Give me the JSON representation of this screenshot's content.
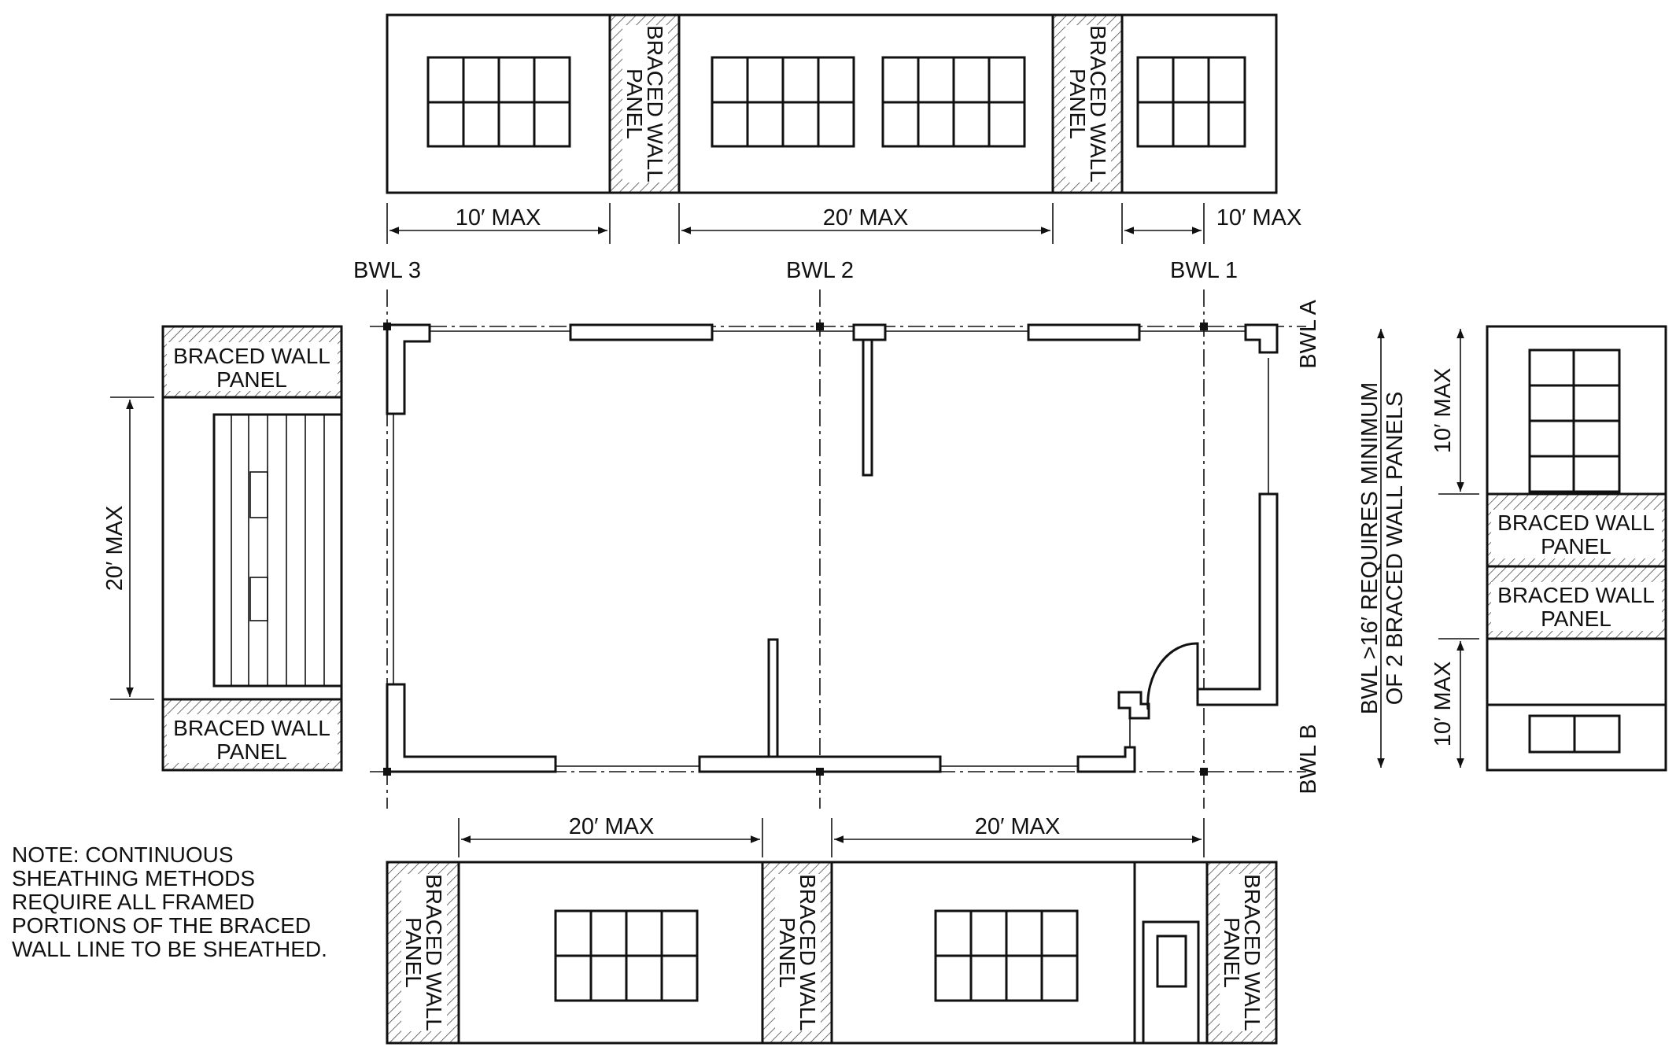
{
  "braced_wall_lines": {
    "bwl_3": "BWL 3",
    "bwl_2": "BWL 2",
    "bwl_1": "BWL 1",
    "bwl_a": "BWL A",
    "bwl_b": "BWL B"
  },
  "panel_label": {
    "line1": "BRACED WALL",
    "line2": "PANEL"
  },
  "dimensions": {
    "top_left": "10′ MAX",
    "top_middle": "20′ MAX",
    "top_right": "10′ MAX",
    "bottom_left": "20′ MAX",
    "bottom_right": "20′ MAX",
    "left_side": "20′ MAX",
    "right_top": "10′ MAX",
    "right_bottom": "10′ MAX"
  },
  "requirement_note": {
    "line1": "BWL >16′ REQUIRES MINIMUM",
    "line2": "OF 2 BRACED WALL PANELS"
  },
  "note": {
    "lines": [
      "NOTE: CONTINUOUS",
      "SHEATHING METHODS",
      "REQUIRE ALL FRAMED",
      "PORTIONS OF THE BRACED",
      "WALL LINE TO BE SHEATHED."
    ]
  }
}
